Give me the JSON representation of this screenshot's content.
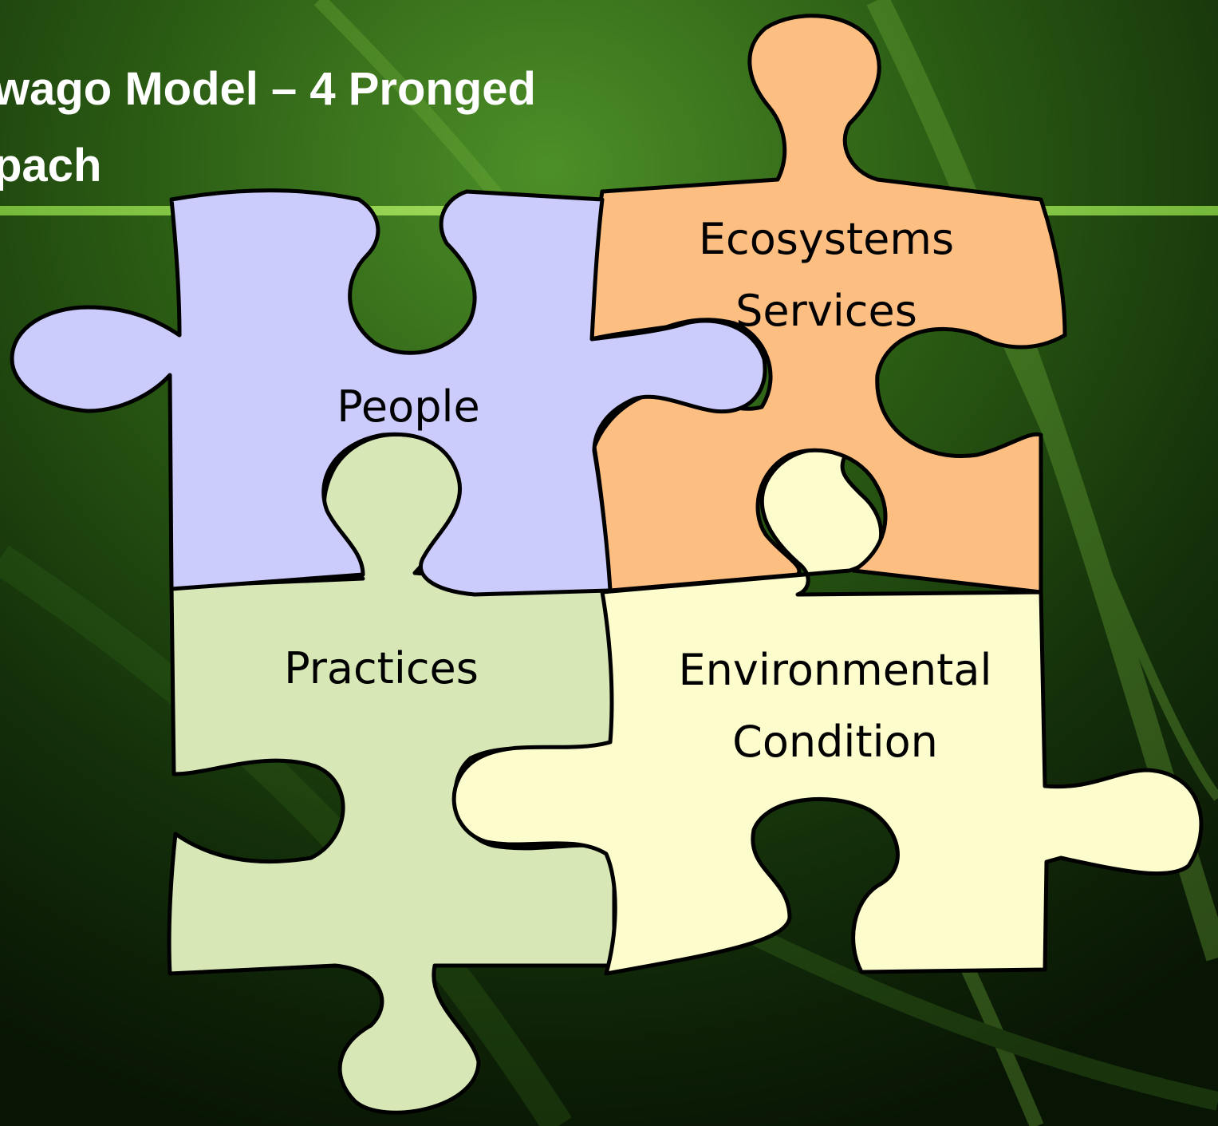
{
  "slide": {
    "title_lines": [
      "wago Model – 4 Pronged",
      "pach"
    ]
  },
  "pieces": {
    "people": {
      "label_lines": [
        "People"
      ],
      "color": "#ccccfc"
    },
    "ecosystems": {
      "label_lines": [
        "Ecosystems",
        "Services"
      ],
      "color": "#fdbe82"
    },
    "practices": {
      "label_lines": [
        "Practices"
      ],
      "color": "#d7e8b6"
    },
    "environmental": {
      "label_lines": [
        "Environmental",
        "Condition"
      ],
      "color": "#fdfccd"
    }
  },
  "colors": {
    "background_dark": "#0b1a06",
    "background_green": "#3f7d1e",
    "divider": "#7fc640",
    "outline": "#000000"
  }
}
